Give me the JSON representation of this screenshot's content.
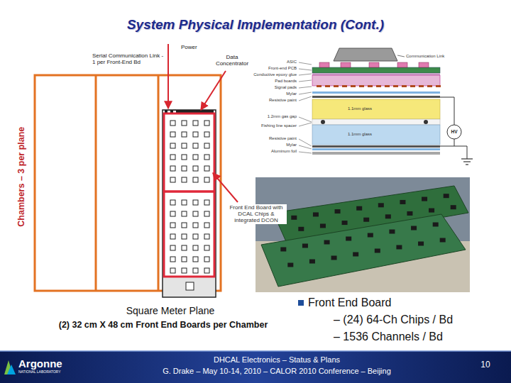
{
  "diagram": {
    "title": "System Physical Implementation (Cont.)",
    "nodes": [
      {
        "text": [
          "Argonne",
          "NATIONAL LABORATORY",
          "DHCAL Electronics – Status & Plans",
          "G. Drake – May 10-14, 2010 – CALOR 2010 Conference – Beijing",
          "10"
        ]
      }
    ],
    "labels": [
      "Power",
      "Serial Communication Link - 1 per Front-End Bd",
      "Data Concentrator",
      "Chambers – 3 per plane",
      "ASIC",
      "Front-end PCB",
      "Communication Link",
      "Conductive epoxy glue",
      "Pad boards",
      "Signal pads",
      "Mylar",
      "Resistive paint",
      "1.1mm glass",
      "1.2mm gas gap",
      "Fishing line spacer",
      "1.1mm glass",
      "Resistive paint",
      "Mylar",
      "Aluminum foil",
      "HV",
      "Front End Board with DCAL Chips & integrated DCON",
      "Square Meter Plane",
      "(2) 32 cm X 48 cm Front End Boards per Chamber",
      "Front End Board",
      "– (24) 64-Ch Chips / Bd",
      "– 1536 Channels / Bd"
    ]
  }
}
